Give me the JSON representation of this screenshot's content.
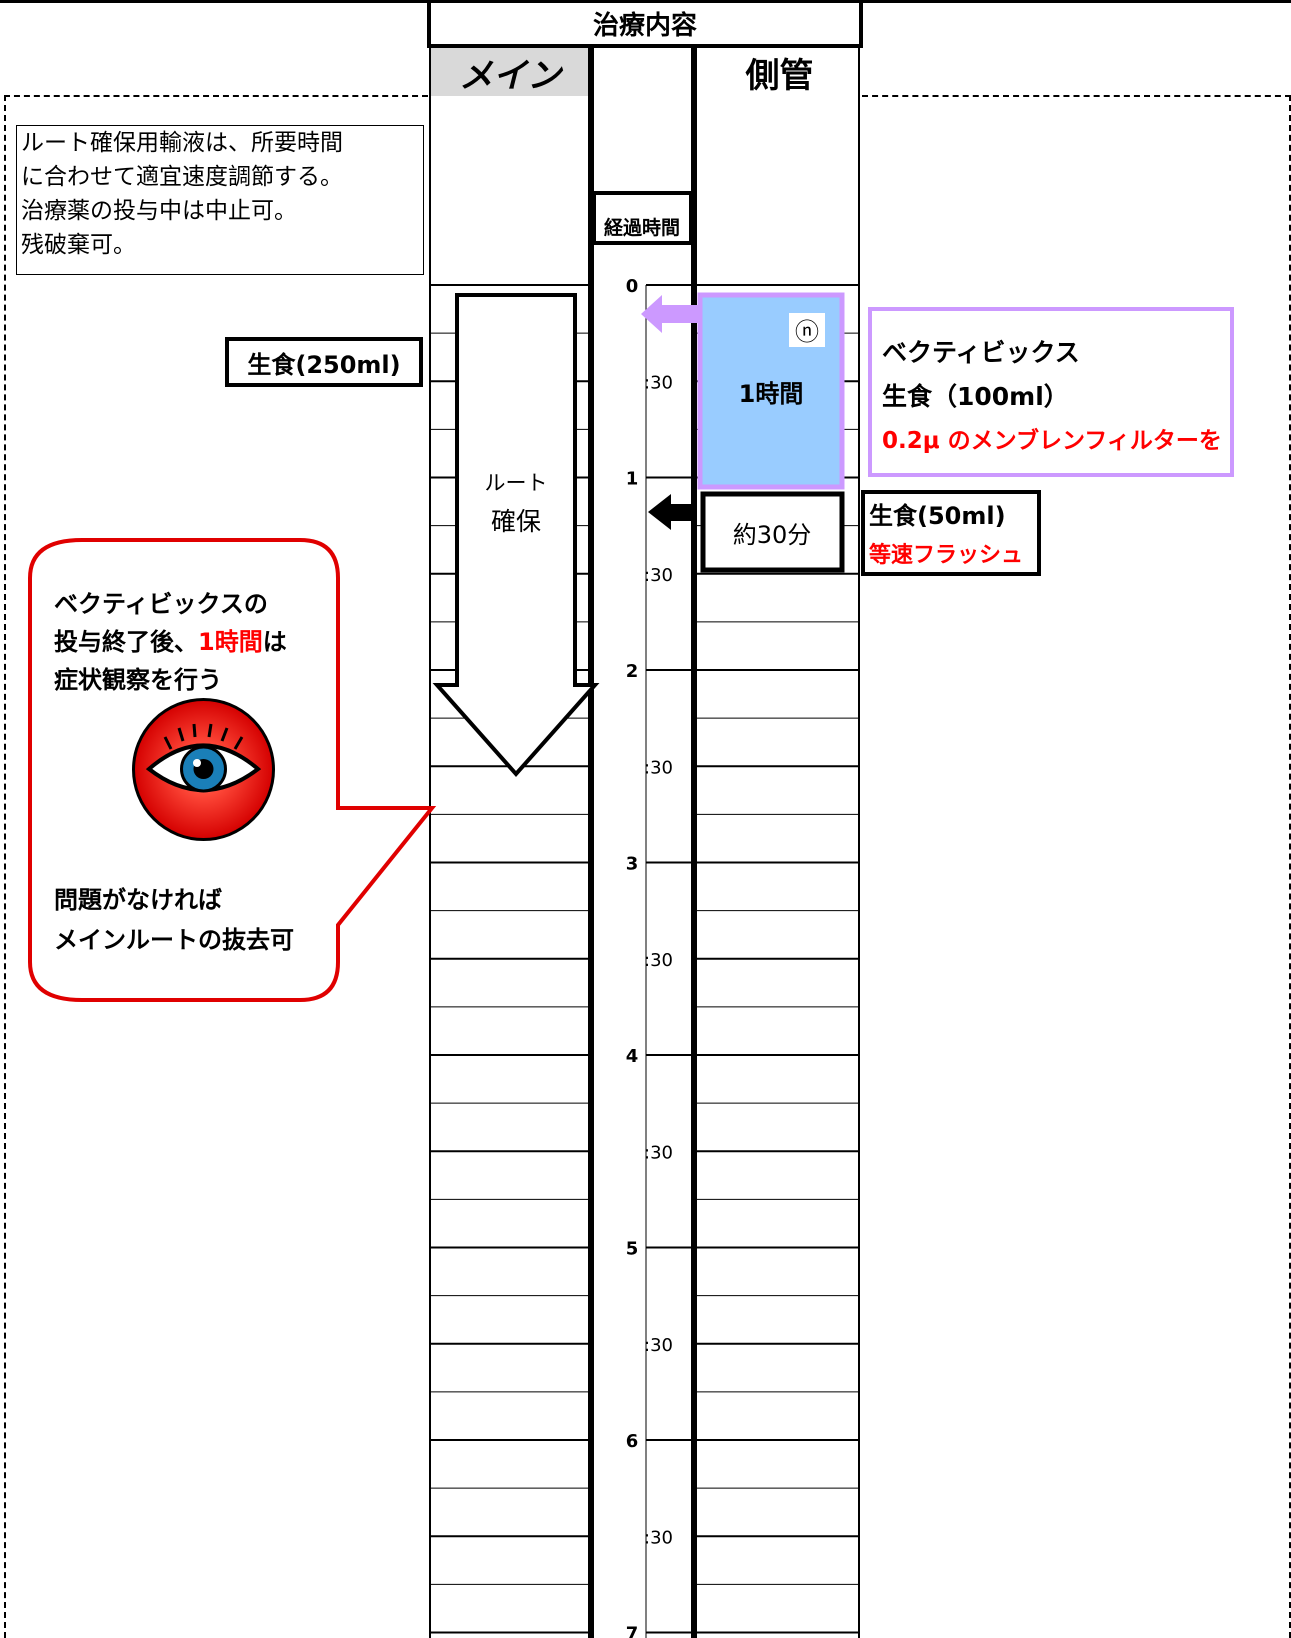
{
  "header": {
    "title": "治療内容",
    "main_col": "メイン",
    "side_col": "側管",
    "elapsed_label": "経過時間"
  },
  "note": {
    "lines": [
      "ルート確保用輸液は、所要時間",
      "に合わせて適宜速度調節する。",
      "治療薬の投与中は中止可。",
      "残破棄可。"
    ]
  },
  "main_route": {
    "saline_label": "生食(250ml)",
    "arrow_line1": "ルート",
    "arrow_line2": "確保"
  },
  "side_route": {
    "drip_badge": "ⓝ",
    "drip_duration": "1時間",
    "drug_name": "ベクティビックス",
    "drug_saline": "生食（100ml）",
    "filter_note": "0.2μ のメンブレンフィルターを",
    "flush_duration": "約30分",
    "flush_saline": "生食(50ml)",
    "flush_note": "等速フラッシュ"
  },
  "callout": {
    "line1": "ベクティビックスの",
    "line2_prefix": "投与終了後、",
    "line2_highlight": "1時間",
    "line2_suffix": "は",
    "line3": "症状観察を行う",
    "line4": "問題がなければ",
    "line5": "メインルートの抜去可",
    "icon": "eye-icon"
  },
  "timeline": {
    "hours": [
      "0",
      "1",
      "2",
      "3",
      "4",
      "5",
      "6",
      "7"
    ],
    "half_label": ":30"
  },
  "colors": {
    "drip_fill": "#99ccff",
    "drip_border": "#cc99ff",
    "red": "#ff0000",
    "callout_border": "#e00000"
  }
}
